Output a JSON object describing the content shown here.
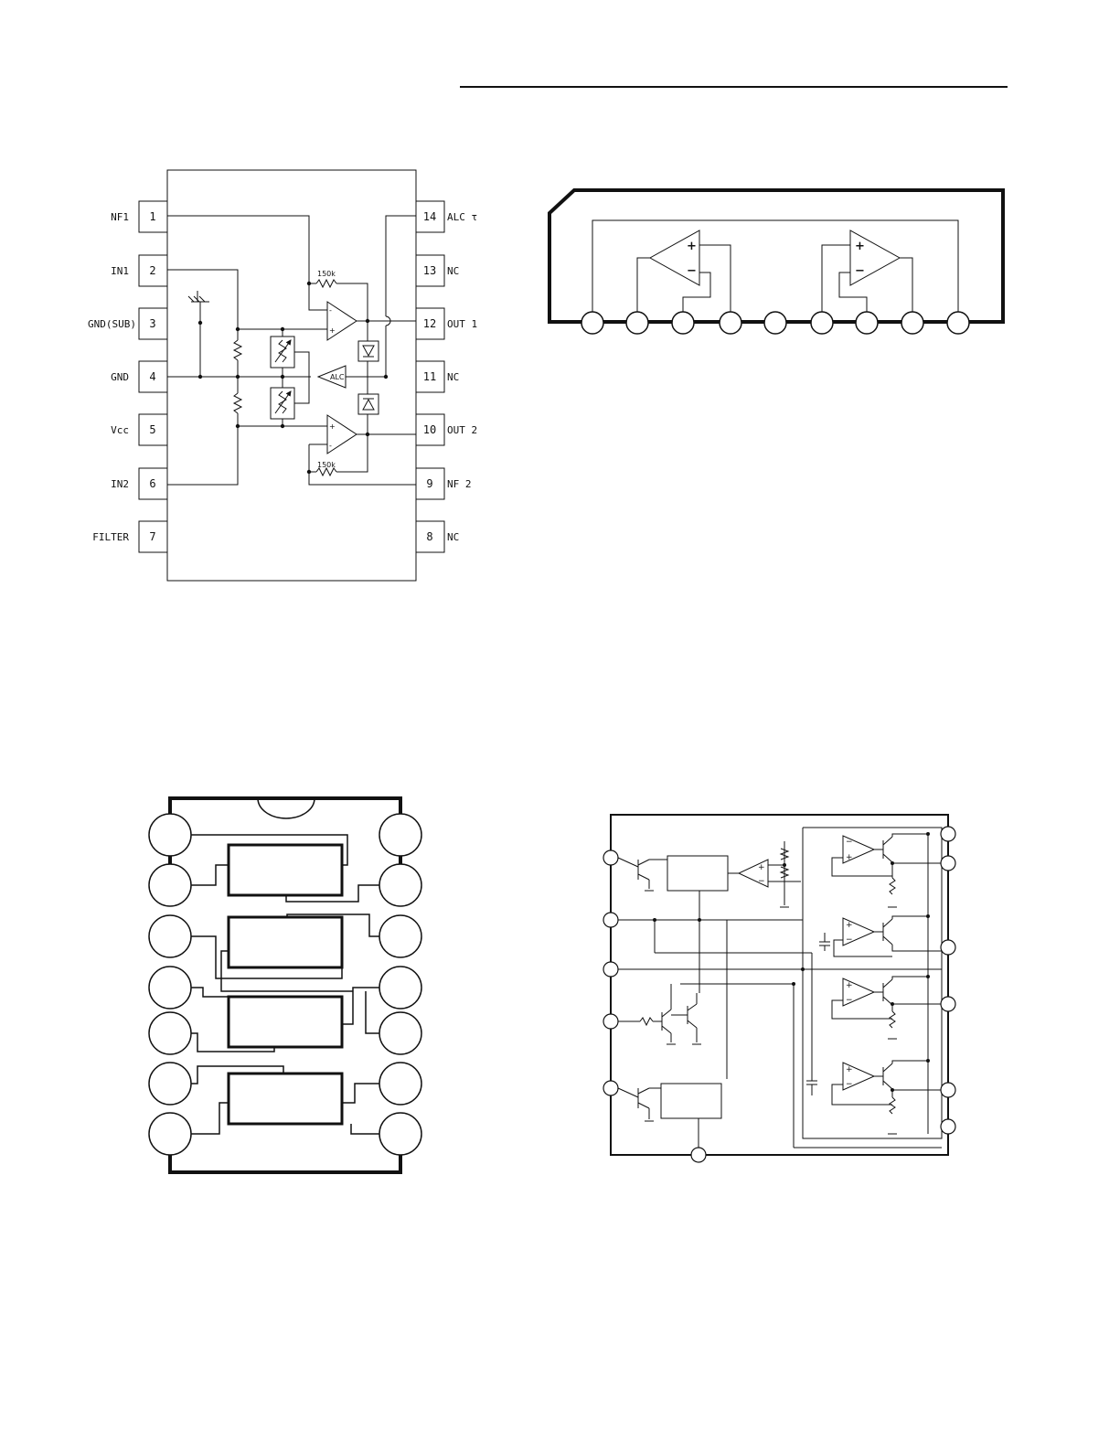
{
  "diagram1": {
    "left_pins": [
      {
        "num": "1",
        "label": "NF1"
      },
      {
        "num": "2",
        "label": "IN1"
      },
      {
        "num": "3",
        "label": "GND(SUB)"
      },
      {
        "num": "4",
        "label": "GND"
      },
      {
        "num": "5",
        "label": "Vcc"
      },
      {
        "num": "6",
        "label": "IN2"
      },
      {
        "num": "7",
        "label": "FILTER"
      }
    ],
    "right_pins": [
      {
        "num": "14",
        "label": "ALC τ"
      },
      {
        "num": "13",
        "label": "NC"
      },
      {
        "num": "12",
        "label": "OUT 1"
      },
      {
        "num": "11",
        "label": "NC"
      },
      {
        "num": "10",
        "label": "OUT 2"
      },
      {
        "num": "9",
        "label": "NF 2"
      },
      {
        "num": "8",
        "label": "NC"
      }
    ],
    "resistor_top": "150k",
    "resistor_bottom": "150k",
    "alc_label": "ALC",
    "plus": "+",
    "minus": "-"
  },
  "diagram2": {
    "pin_count": 9,
    "plus": "+",
    "minus": "−"
  },
  "diagram3": {
    "pin_count_per_side": 7,
    "block_count": 4
  },
  "diagram4": {
    "plus": "+",
    "minus": "−"
  }
}
